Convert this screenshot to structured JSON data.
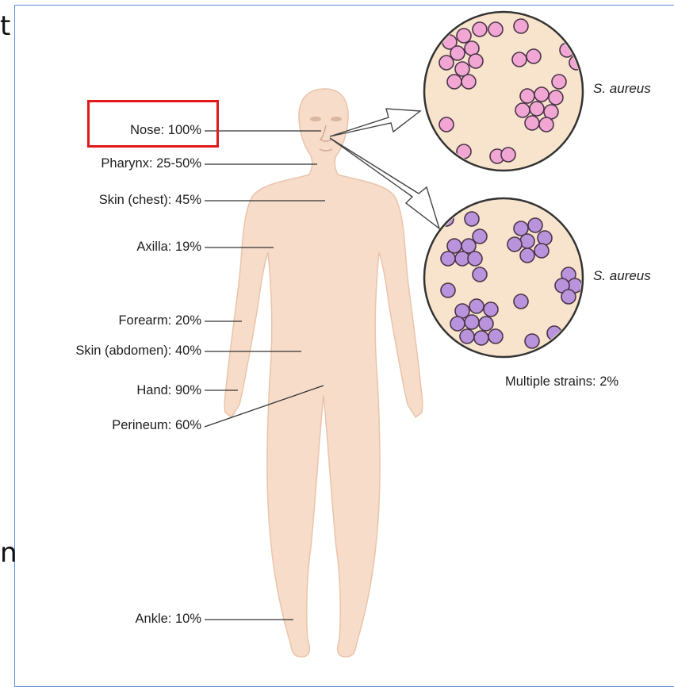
{
  "crop_fragments": [
    "t",
    "n"
  ],
  "sites": [
    {
      "label": "Nose: 100%",
      "highlighted": true
    },
    {
      "label": "Pharynx: 25-50%"
    },
    {
      "label": "Skin (chest): 45%"
    },
    {
      "label": "Axilla: 19%"
    },
    {
      "label": "Forearm: 20%"
    },
    {
      "label": "Skin (abdomen): 40%"
    },
    {
      "label": "Hand: 90%"
    },
    {
      "label": "Perineum: 60%"
    },
    {
      "label": "Ankle: 10%"
    }
  ],
  "magnified_views": [
    {
      "species": "S. aureus",
      "cell_color": "#f2a6d3"
    },
    {
      "species": "S. aureus",
      "cell_color": "#b994dc"
    }
  ],
  "multiple_strains_label": "Multiple strains: 2%",
  "colors": {
    "skin": "#f7dcc9",
    "skin_outline": "#e9c4ac",
    "lens_background": "#f8e4cc",
    "highlight": "#e01818",
    "frame": "#5b8fd6"
  }
}
